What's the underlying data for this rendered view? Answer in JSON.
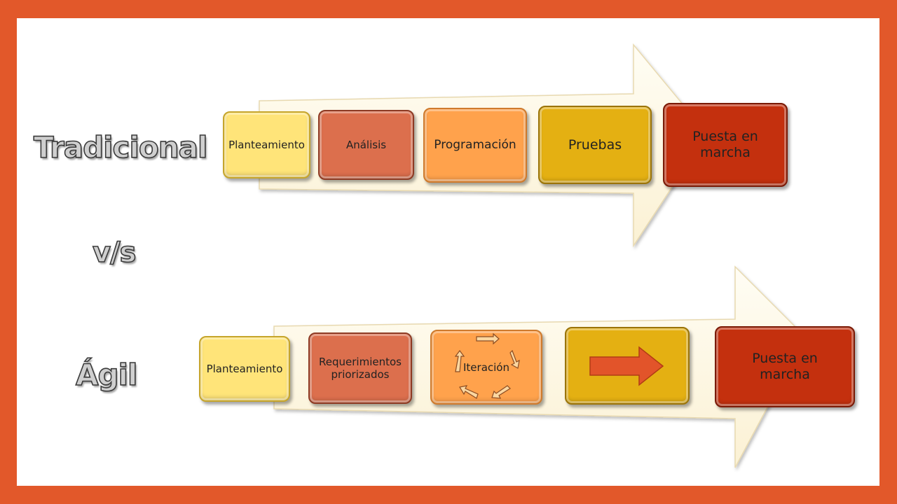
{
  "labels": {
    "traditional": "Tradicional",
    "versus": "v/s",
    "agile": "Ágil"
  },
  "traditional_steps": [
    {
      "text": "Planteamiento"
    },
    {
      "text": "Análisis"
    },
    {
      "text": "Programación"
    },
    {
      "text": "Pruebas"
    },
    {
      "text": "Puesta en marcha"
    }
  ],
  "agile_steps": [
    {
      "text": "Planteamiento"
    },
    {
      "text": "Requerimientos priorizados"
    },
    {
      "text": "Iteración"
    },
    {
      "text": ""
    },
    {
      "text": "Puesta en marcha"
    }
  ],
  "colors": {
    "frame": "#e2582a",
    "arrow_fill": "#fffbe9",
    "yellow": "#ffe479",
    "brick": "#dc6f4d",
    "orange": "#ffa24c",
    "gold": "#e4b012",
    "red": "#c4300e",
    "inner_arrow": "#e2542a"
  },
  "icons": {
    "cycle": "cycle-arrows-icon",
    "forward": "right-arrow-icon"
  }
}
